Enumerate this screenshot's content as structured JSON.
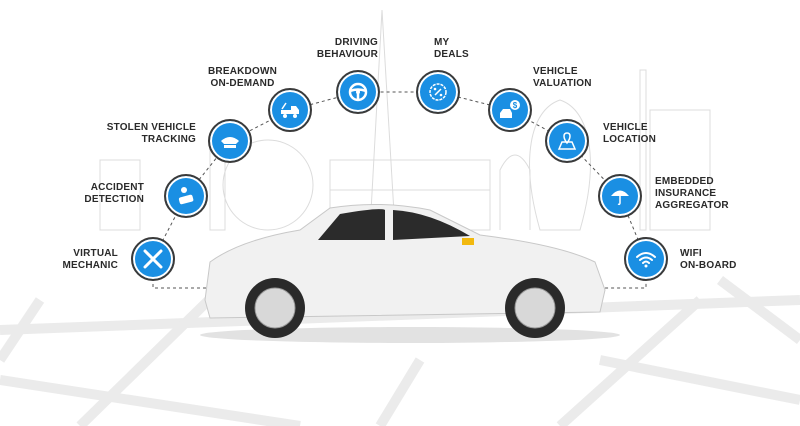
{
  "accent_color": "#1a8fe3",
  "features": [
    {
      "id": "virtual-mechanic",
      "label": "VIRTUAL\nMECHANIC",
      "icon": "wrench-screwdriver-icon"
    },
    {
      "id": "accident-detection",
      "label": "ACCIDENT\nDETECTION",
      "icon": "crashed-car-icon"
    },
    {
      "id": "stolen-vehicle-tracking",
      "label": "STOLEN VEHICLE\nTRACKING",
      "icon": "police-cap-icon"
    },
    {
      "id": "breakdown-on-demand",
      "label": "BREAKDOWN\nON-DEMAND",
      "icon": "tow-truck-icon"
    },
    {
      "id": "driving-behaviour",
      "label": "DRIVING\nBEHAVIOUR",
      "icon": "steering-wheel-icon"
    },
    {
      "id": "my-deals",
      "label": "MY\nDEALS",
      "icon": "discount-badge-icon"
    },
    {
      "id": "vehicle-valuation",
      "label": "VEHICLE\nVALUATION",
      "icon": "car-dollar-icon"
    },
    {
      "id": "vehicle-location",
      "label": "VEHICLE\nLOCATION",
      "icon": "map-pin-icon"
    },
    {
      "id": "embedded-insurance-aggregator",
      "label": "EMBEDDED\nINSURANCE\nAGGREGATOR",
      "icon": "umbrella-icon"
    },
    {
      "id": "wifi-on-board",
      "label": "WIFI\nON-BOARD",
      "icon": "wifi-icon"
    }
  ]
}
